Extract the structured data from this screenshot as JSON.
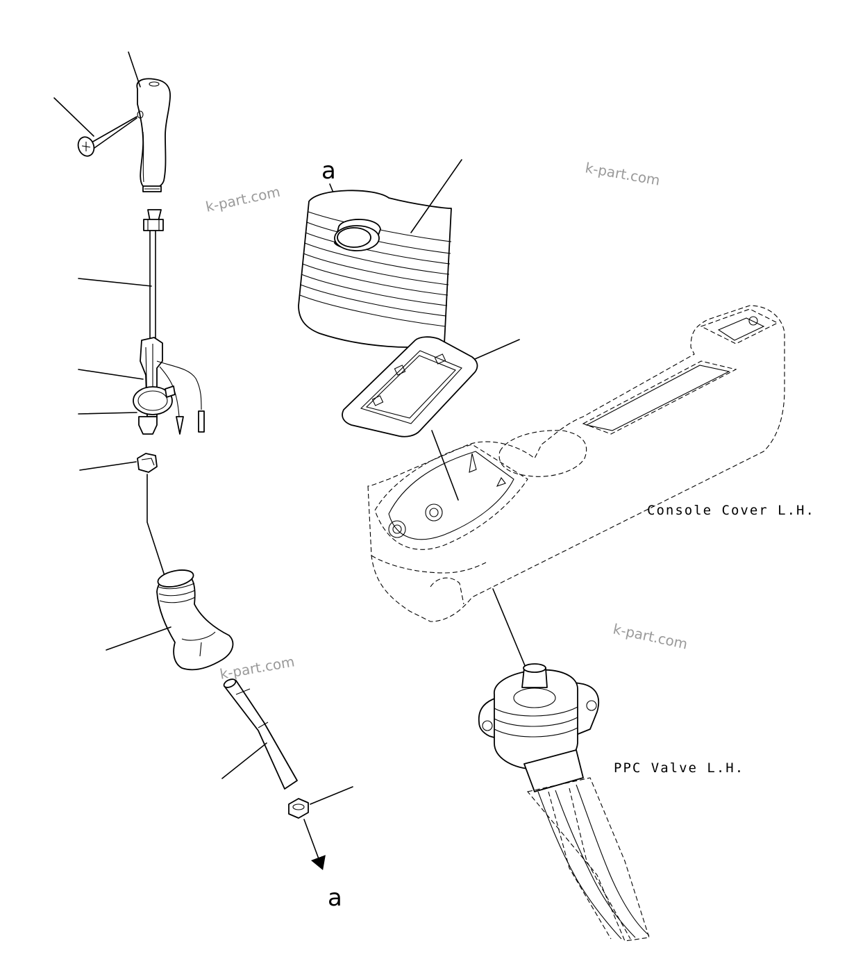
{
  "labels": {
    "console_cover": "Console Cover L.H.",
    "ppc_valve": "PPC Valve L.H.",
    "ref_top": "a",
    "ref_bottom": "a"
  },
  "watermarks": {
    "wm1": "k-part.com",
    "wm2": "k-part.com",
    "wm3": "k-part.com",
    "wm4": "k-part.com"
  }
}
